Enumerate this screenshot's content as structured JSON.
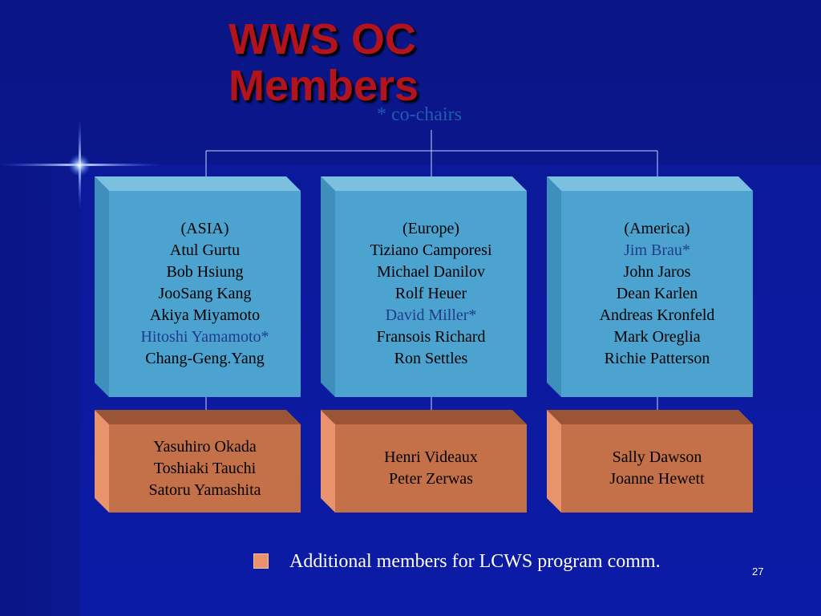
{
  "slide": {
    "title_line1": "WWS OC",
    "title_line2": "Members",
    "cochairs_note": "* co-chairs",
    "page_number": "27"
  },
  "colors": {
    "title": "#b3131c",
    "blue_box": "#4ca3cf",
    "orange_box": "#c47048",
    "highlight_name": "#1f3c8c"
  },
  "groups": [
    {
      "region": "(ASIA)",
      "members": [
        "Atul Gurtu",
        "Bob Hsiung",
        "JooSang Kang",
        "Akiya Miyamoto",
        "Hitoshi Yamamoto*",
        "Chang-Geng.Yang"
      ],
      "additional": [
        "Yasuhiro Okada",
        "Toshiaki Tauchi",
        "Satoru Yamashita"
      ]
    },
    {
      "region": "(Europe)",
      "members": [
        "Tiziano Camporesi",
        "Michael Danilov",
        "Rolf Heuer",
        "David Miller*",
        "Fransois Richard",
        "Ron Settles"
      ],
      "additional": [
        "Henri Videaux",
        "Peter Zerwas"
      ]
    },
    {
      "region": "(America)",
      "members": [
        "Jim Brau*",
        "John Jaros",
        "Dean Karlen",
        "Andreas Kronfeld",
        "Mark Oreglia",
        "Richie Patterson"
      ],
      "additional": [
        "Sally Dawson",
        "Joanne Hewett"
      ]
    }
  ],
  "legend": {
    "label": "Additional members for LCWS program comm."
  }
}
